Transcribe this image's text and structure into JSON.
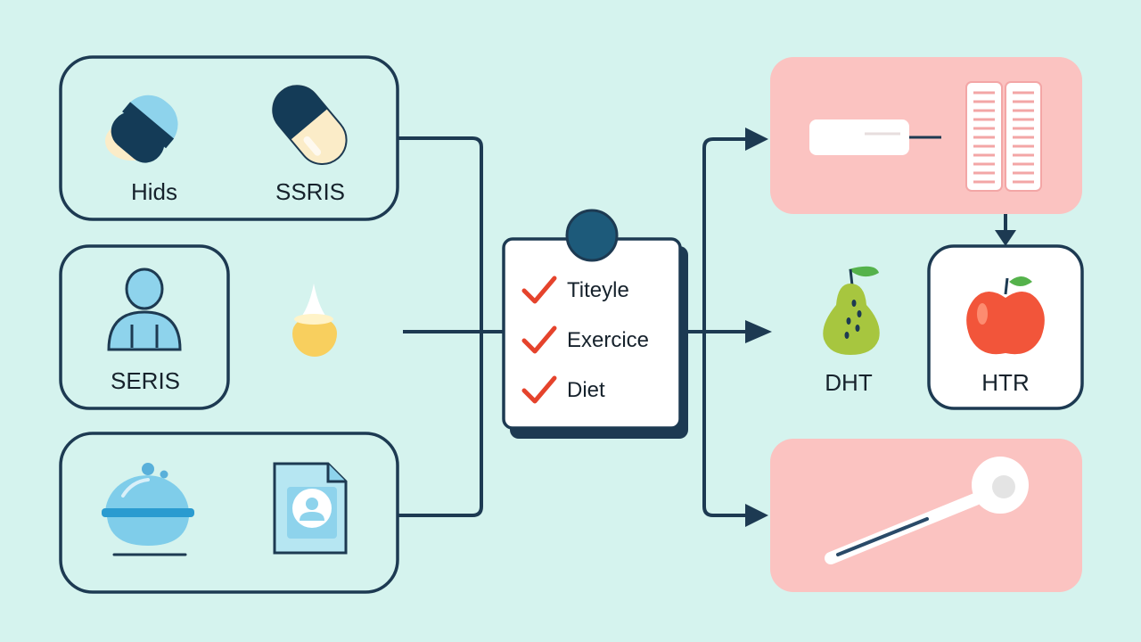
{
  "colors": {
    "background": "#d5f3ee",
    "outline": "#1d3a52",
    "pink_panel": "#fbc3c1",
    "check": "#e5432c",
    "pill_blue": "#8ed3ec",
    "pill_dark": "#143b57",
    "pill_cream": "#fbecc8",
    "pear": "#a7c63f",
    "apple": "#f2553a",
    "leaf": "#55b24b"
  },
  "left_groups": [
    {
      "items": [
        {
          "icon": "capsule-icon",
          "label": "Hids"
        },
        {
          "icon": "capsule-icon",
          "label": "SSRIS"
        }
      ]
    },
    {
      "items": [
        {
          "icon": "person-icon",
          "label": "SERIS"
        },
        {
          "icon": "droplet-icon",
          "label": ""
        }
      ]
    },
    {
      "items": [
        {
          "icon": "bowl-icon",
          "label": ""
        },
        {
          "icon": "document-icon",
          "label": ""
        }
      ]
    }
  ],
  "checklist": {
    "items": [
      "Titeyle",
      "Exercice",
      "Diet"
    ]
  },
  "right_outputs": [
    {
      "icon": "pill-blister-icon",
      "label": ""
    },
    {
      "icon": "pear-icon",
      "label": "DHT"
    },
    {
      "icon": "apple-icon",
      "label": "HTR"
    },
    {
      "icon": "spoon-icon",
      "label": ""
    }
  ]
}
